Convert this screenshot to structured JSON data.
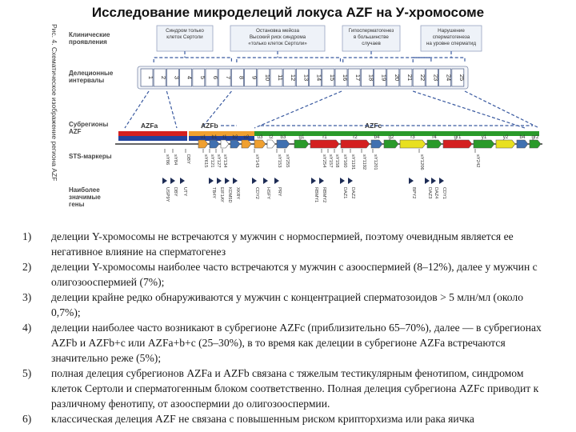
{
  "title": "Исследование микроделеций локуса AZF на У-хромосоме",
  "figure": {
    "caption": "Рис. 4. Схематическое изображение региона AZF",
    "row_labels": {
      "clinical": [
        "Клинические",
        "проявления"
      ],
      "deletion": [
        "Делеционные",
        "интервалы"
      ],
      "subregions": [
        "Субрегионы",
        "AZF"
      ],
      "sts": [
        "STS-маркеры"
      ],
      "genes": [
        "Наиболее",
        "значимые",
        "гены"
      ]
    },
    "clinical_notes": [
      [
        "Синдром только",
        "клеток Сертоли"
      ],
      [
        "Остановка мейоза",
        "Высокий риск синдрома",
        "«только клеток Сертоли»"
      ],
      [
        "Гипосперматогенез",
        "в большинстве",
        "случаев"
      ],
      [
        "Нарушение",
        "сперматогенеза",
        "на уровне сперматид"
      ]
    ],
    "intervals": [
      "1",
      "2",
      "3",
      "4",
      "5",
      "6",
      "7",
      "8",
      "9",
      "10",
      "11",
      "12",
      "13",
      "14",
      "15",
      "16",
      "17",
      "18",
      "19",
      "20",
      "21",
      "22",
      "23",
      "24",
      "25"
    ],
    "subregions": [
      {
        "name": "AZFa",
        "color": "#d42020"
      },
      {
        "name": "AZFb",
        "color": "#2244a0"
      },
      {
        "name": "AZFc",
        "color": "#e8901a"
      }
    ],
    "subregion_labels": [
      "AZFa",
      "AZFb",
      "AZFc"
    ],
    "colors": {
      "azfa": "#d42020",
      "azfb": "#2244a0",
      "azfc_orange": "#f0a030",
      "azfc_green": "#2a9a2a",
      "palindrome_yellow": "#e8e020",
      "palindrome_blue": "#4070b0",
      "box_fill": "#eef2f8",
      "dash": "#3a5aa0"
    },
    "amplicons": [
      "u1",
      "b1",
      "t1",
      "b2",
      "u2",
      "u3",
      "t2",
      "b3",
      "g1",
      "r1",
      "r2",
      "b4",
      "g2",
      "r3",
      "r4",
      "gr1",
      "y1",
      "y2",
      "b4",
      "gr2"
    ],
    "sts_markers": [
      "sY86",
      "sY84",
      "DBY",
      "sY615",
      "sY121",
      "sY127",
      "sY134",
      "sY143",
      "sY153",
      "sY255",
      "sY254",
      "sY157",
      "sY158",
      "sY160",
      "sY1191",
      "sY1192",
      "sY1201",
      "sY1206",
      "sY242"
    ],
    "genes": [
      "USP9Y",
      "DBY",
      "UTY",
      "TB4Y",
      "EIF1AY",
      "KDM5D",
      "XKRY",
      "CDY2",
      "HSFY",
      "PRY",
      "RBMY1",
      "RBMY2",
      "DAZ1",
      "DAZ2",
      "BPY2",
      "DAZ3",
      "DAZ4",
      "CDY1"
    ]
  },
  "findings": [
    {
      "num": "1)",
      "text": "делеции Y-хромосомы не встречаются у мужчин с нормоспермией, поэтому очевидным является ее негативное влияние на сперматогенез"
    },
    {
      "num": "2)",
      "text": "делеции Y-хромосомы наиболее часто встречаются у мужчин с азооспермией (8–12%), далее у мужчин с олигозооспермией (7%);"
    },
    {
      "num": "3)",
      "text": "делеции крайне редко обнаруживаются у мужчин с концентрацией сперматозоидов > 5 млн/мл (около 0,7%);"
    },
    {
      "num": "4)",
      "text": "делеции наиболее часто возникают в субрегионе AZFc (приблизительно 65–70%), далее — в субрегионах AZFb и AZFb+c или AZFa+b+c (25–30%), в то время как делеции в субрегионе AZFa встречаются значительно реже (5%);"
    },
    {
      "num": "5)",
      "text": "полная делеция субрегионов AZFa и AZFb связана с тяжелым тестикулярным фенотипом, синдромом клеток Сертоли и сперматогенным блоком соответственно. Полная делеция субрегиона AZFc приводит к различному фенотипу, от азооспермии до олигозооспермии."
    },
    {
      "num": "6)",
      "text": "классическая делеция AZF не связана с повышенным риском крипторхизма или рака яичка"
    }
  ]
}
